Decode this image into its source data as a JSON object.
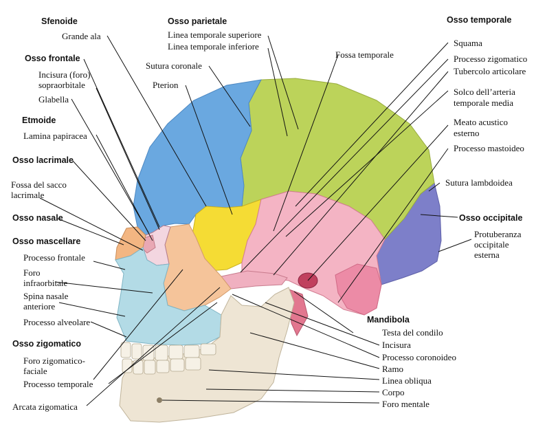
{
  "headings": {
    "sfenoide": "Sfenoide",
    "osso_frontale": "Osso frontale",
    "etmoide": "Etmoide",
    "osso_lacrimale": "Osso lacrimale",
    "osso_nasale": "Osso nasale",
    "osso_mascellare": "Osso mascellare",
    "osso_zigomatico": "Osso zigomatico",
    "osso_parietale": "Osso parietale",
    "osso_temporale": "Osso temporale",
    "osso_occipitale": "Osso occipitale",
    "mandibola": "Mandibola"
  },
  "labels": {
    "grande_ala": "Grande ala",
    "incisura_sopraorbitale_1": "Incisura (foro)",
    "incisura_sopraorbitale_2": "sopraorbitale",
    "glabella": "Glabella",
    "lamina_papiracea": "Lamina papiracea",
    "fossa_sacco_1": "Fossa del sacco",
    "fossa_sacco_2": "lacrimale",
    "processo_frontale": "Processo frontale",
    "foro_infraorbitale_1": "Foro",
    "foro_infraorbitale_2": "infraorbitale",
    "spina_nasale_1": "Spina nasale",
    "spina_nasale_2": "anteriore",
    "processo_alveolare": "Processo alveolare",
    "foro_zigomatico_1": "Foro zigomatico-",
    "foro_zigomatico_2": "faciale",
    "processo_temporale": "Processo temporale",
    "arcata_zigomatica": "Arcata zigomatica",
    "linea_temp_sup": "Linea temporale superiore",
    "linea_temp_inf": "Linea temporale inferiore",
    "sutura_coronale": "Sutura coronale",
    "pterion": "Pterion",
    "fossa_temporale": "Fossa temporale",
    "squama": "Squama",
    "processo_zigomatico": "Processo zigomatico",
    "tubercolo_articolare": "Tubercolo articolare",
    "solco_arteria_1": "Solco dell’arteria",
    "solco_arteria_2": "temporale media",
    "meato_acustico_1": "Meato acustico",
    "meato_acustico_2": "esterno",
    "processo_mastoideo": "Processo mastoideo",
    "sutura_lambdoidea": "Sutura lambdoidea",
    "protuberanza_1": "Protuberanza",
    "protuberanza_2": "occipitale",
    "protuberanza_3": "esterna",
    "testa_condilo": "Testa del condilo",
    "incisura": "Incisura",
    "processo_coronoideo": "Processo coronoideo",
    "ramo": "Ramo",
    "linea_obliqua": "Linea obliqua",
    "corpo": "Corpo",
    "foro_mentale": "Foro mentale"
  },
  "colors": {
    "frontale": "#6aa8e0",
    "parietale": "#bcd35a",
    "temporale": "#f4b4c4",
    "occipitale": "#7d7fc9",
    "sfenoide": "#f5dc34",
    "zigomatico": "#f5c49a",
    "mascellare": "#b3dbe6",
    "mandibola": "#eee5d4",
    "nasale": "#f3b682",
    "lacrimale": "#e9a8b4",
    "denti": "#f6f1e6"
  }
}
